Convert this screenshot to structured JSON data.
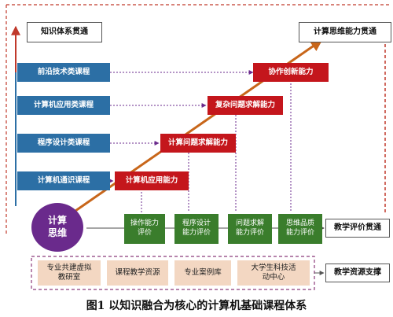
{
  "top": {
    "knowledge_through": "知识体系贯通",
    "thinking_through": "计算思维能力贯通"
  },
  "courses": [
    "前沿技术类课程",
    "计算机应用类课程",
    "程序设计类课程",
    "计算机通识课程"
  ],
  "abilities": [
    "协作创新能力",
    "复杂问题求解能力",
    "计算问题求解能力",
    "计算机应用能力"
  ],
  "core": "计算\n思维",
  "evaluations": [
    "操作能力\n评价",
    "程序设计\n能力评价",
    "问题求解\n能力评价",
    "思维品质\n能力评价"
  ],
  "evaluation_through": "教学评价贯通",
  "resources": [
    "专业共建虚拟\n教研室",
    "课程教学资源",
    "专业案例库",
    "大学生科技活\n动中心"
  ],
  "resource_support": "教学资源支撑",
  "caption": "图1   以知识融合为核心的计算机基础课程体系",
  "colors": {
    "course_blue": "#2c6fa5",
    "ability_red": "#c4161c",
    "eval_green": "#3a7d2c",
    "core_purple": "#6a2a8c",
    "resource_beige": "#f3d7c2",
    "arrow_orange": "#c8661a",
    "frame_red": "#c0392b"
  }
}
